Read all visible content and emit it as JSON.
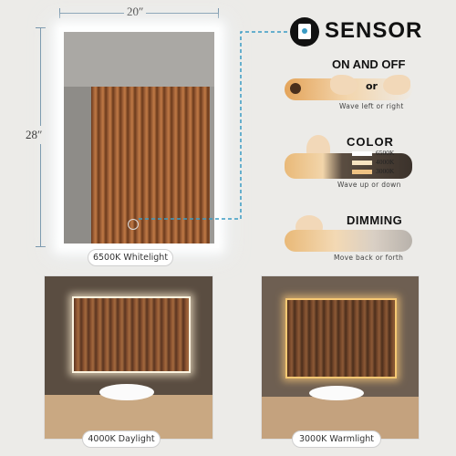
{
  "dimensions": {
    "width_label": "20″",
    "height_label": "28″"
  },
  "sensor": {
    "title": "SENSOR",
    "icon": "touch-sensor-icon"
  },
  "on_off": {
    "title": "ON AND OFF",
    "or_label": "or",
    "caption": "Wave left or right"
  },
  "color": {
    "title": "COLOR",
    "temps": [
      {
        "label": "6500K",
        "color": "#ffffff"
      },
      {
        "label": "4000K",
        "color": "#f7e4c2"
      },
      {
        "label": "3000K",
        "color": "#eec283"
      }
    ],
    "caption": "Wave up or down"
  },
  "dimming": {
    "title": "DIMMING",
    "caption": "Move back or forth"
  },
  "captions": {
    "main": "6500K Whitelight",
    "left": "4000K Daylight",
    "right": "3000K Warmlight"
  },
  "colors": {
    "connector": "#3a9bc4",
    "dim_line": "#6f8fa6",
    "accent_warm": "#e4a45a"
  }
}
